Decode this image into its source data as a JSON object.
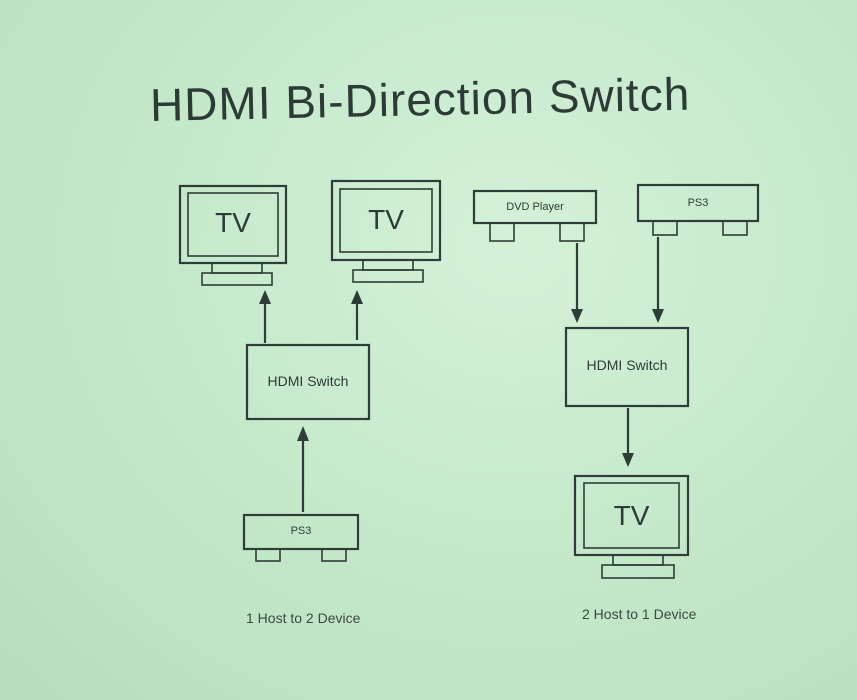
{
  "title": "HDMI Bi-Direction Switch",
  "left_diagram": {
    "tv_left": "TV",
    "tv_right": "TV",
    "switch": "HDMI Switch",
    "source": "PS3",
    "caption": "1 Host to 2 Device"
  },
  "right_diagram": {
    "source_left": "DVD Player",
    "source_right": "PS3",
    "switch": "HDMI Switch",
    "tv": "TV",
    "caption": "2 Host to 1 Device"
  },
  "colors": {
    "background": "#c6e9cc",
    "ink": "#2f3d38"
  }
}
